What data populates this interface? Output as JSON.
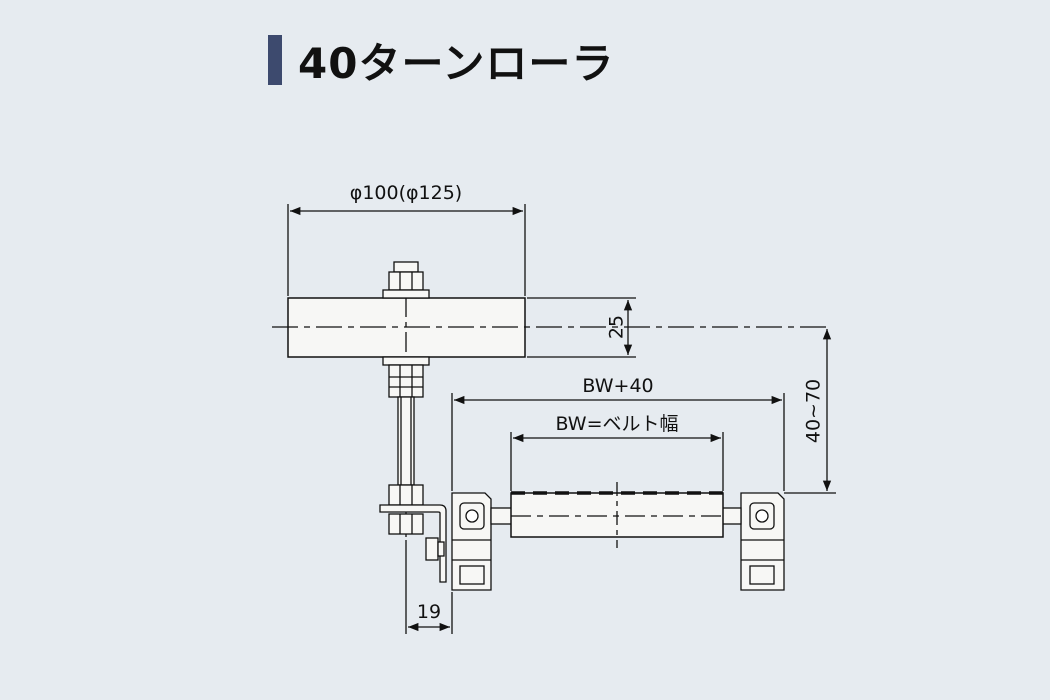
{
  "title": "40ターンローラ",
  "dimensions": {
    "roller_diameter": "φ100(φ125)",
    "roller_height": "25",
    "height_range": "40~70",
    "frame_width": "BW+40",
    "belt_width": "BW=ベルト幅",
    "offset": "19"
  },
  "colors": {
    "background": "#e6ebf0",
    "title_bar": "#3d4a6e",
    "part_fill": "#f7f7f5",
    "line": "#111111"
  }
}
